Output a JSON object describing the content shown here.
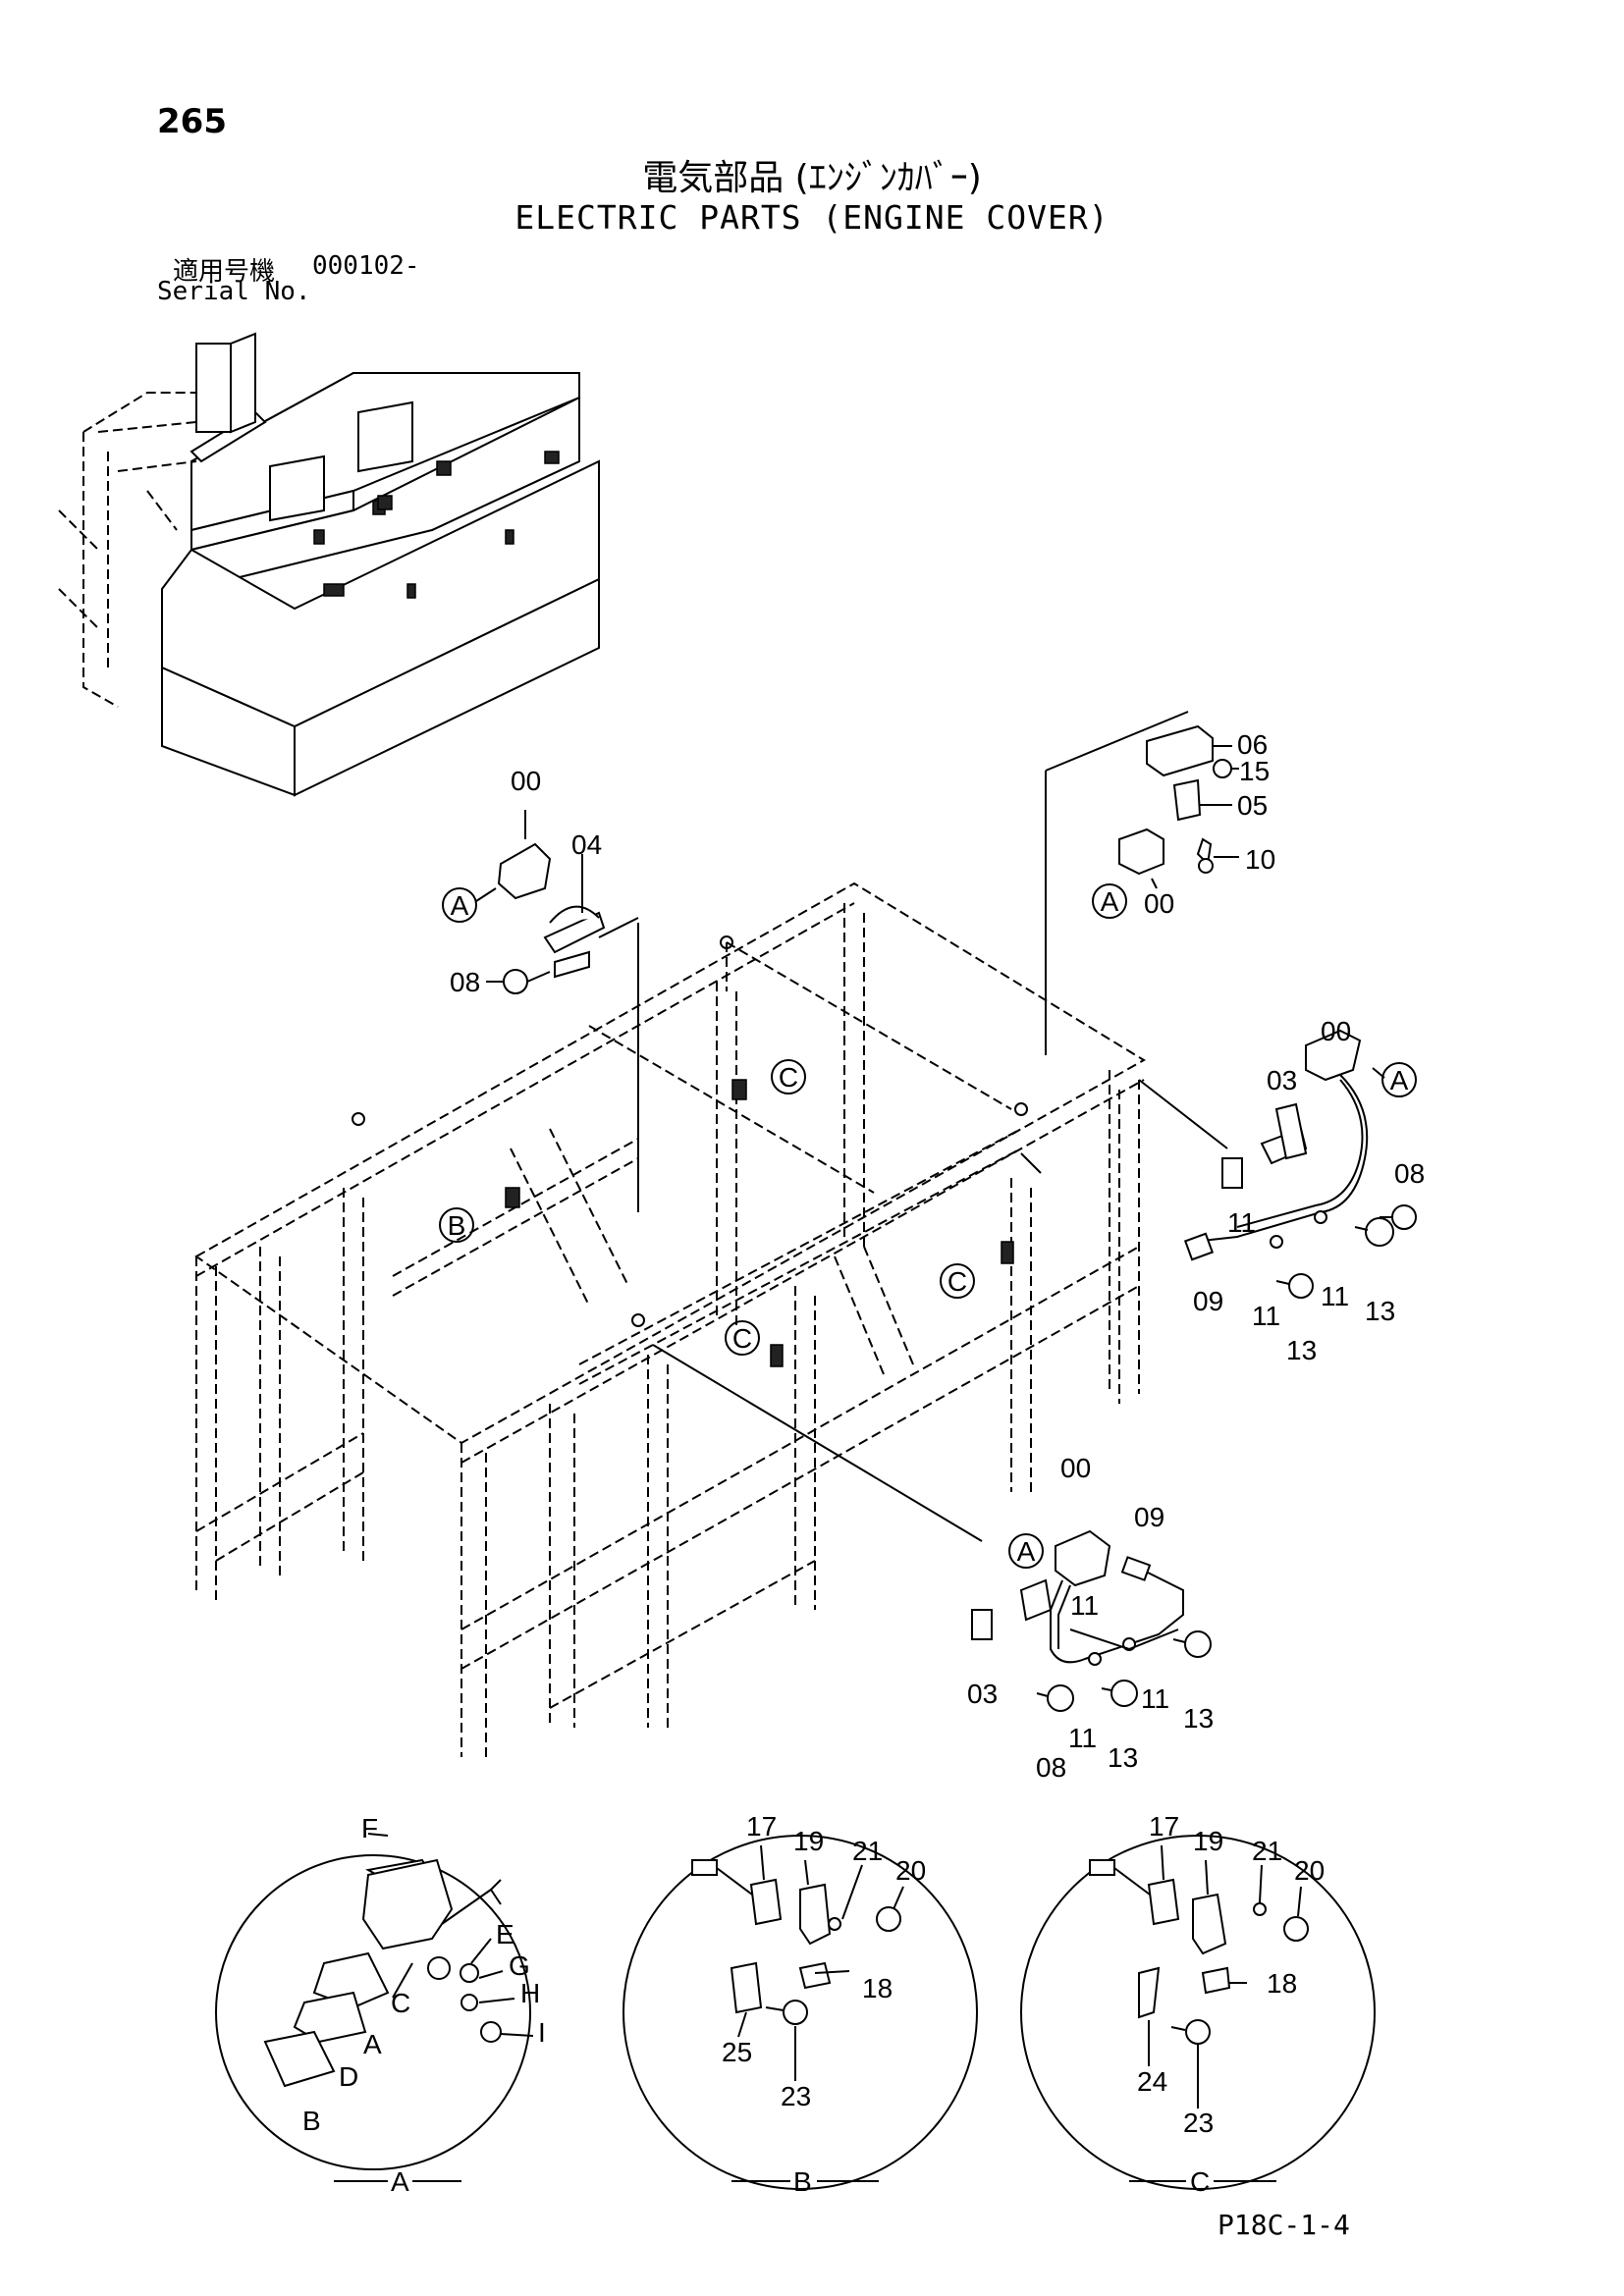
{
  "header": {
    "page_number": "265",
    "title_jp": "電気部品 (ｴﾝｼﾞﾝｶﾊﾞｰ)",
    "title_en": "ELECTRIC PARTS (ENGINE COVER)",
    "serial_label_jp": "適用号機",
    "serial_value": "000102-",
    "serial_label_en": "Serial No."
  },
  "footer": {
    "page_code": "P18C-1-4"
  },
  "callouts": {
    "c00a": "00",
    "c04": "04",
    "c08a": "08",
    "c06": "06",
    "c15": "15",
    "c05": "05",
    "c10": "10",
    "c00b": "00",
    "c00c": "00",
    "c03a": "03",
    "c08b": "08",
    "c11a": "11",
    "c09a": "09",
    "c11b": "11",
    "c11c": "11",
    "c13a": "13",
    "c13b": "13",
    "c00d": "00",
    "c09b": "09",
    "c11d": "11",
    "c11e": "11",
    "c11f": "11",
    "c13c": "13",
    "c13d": "13",
    "c03b": "03",
    "c08c": "08"
  },
  "view_markers": {
    "a1": "A",
    "a2": "A",
    "a3": "A",
    "a4": "A",
    "b1": "B",
    "c1": "C",
    "c2": "C",
    "c3": "C"
  },
  "detail_a": {
    "label": "A",
    "letters": {
      "f": "F",
      "e": "E",
      "c": "C",
      "g": "G",
      "h": "H",
      "a": "A",
      "d": "D",
      "i": "I",
      "b": "B"
    }
  },
  "detail_b": {
    "label": "B",
    "numbers": {
      "n17": "17",
      "n19": "19",
      "n21": "21",
      "n20": "20",
      "n18": "18",
      "n25": "25",
      "n23": "23"
    }
  },
  "detail_c": {
    "label": "C",
    "numbers": {
      "n17": "17",
      "n19": "19",
      "n21": "21",
      "n20": "20",
      "n18": "18",
      "n24": "24",
      "n23": "23"
    }
  }
}
